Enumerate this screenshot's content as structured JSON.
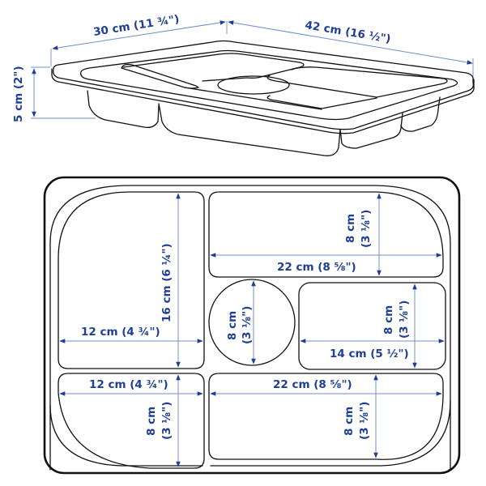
{
  "colors": {
    "label_text": "#1f3f95",
    "dimension_line": "#6f8fca",
    "outline": "#111111",
    "background": "#ffffff"
  },
  "perspective_view": {
    "depth_label": "30 cm (11 ¾\")",
    "width_label": "42 cm (16 ½\")",
    "height_label": "5 cm (2\")"
  },
  "top_view": {
    "compartments": [
      {
        "id": "top-left-large",
        "width_label": "12 cm (4 ¾\")",
        "height_label": "16 cm (6 ¼\")"
      },
      {
        "id": "top-right-long",
        "width_label": "22 cm (8 ⅝\")",
        "height_label_value": "8 cm",
        "height_label_imperial": "(3 ⅛\")"
      },
      {
        "id": "center-round",
        "diameter_label_value": "8 cm",
        "diameter_label_imperial": "(3 ⅛\")"
      },
      {
        "id": "middle-right",
        "width_label": "14 cm (5 ½\")",
        "height_label_value": "8 cm",
        "height_label_imperial": "(3 ⅛\")"
      },
      {
        "id": "bottom-left",
        "width_label": "12 cm (4 ¾\")",
        "height_label_value": "8 cm",
        "height_label_imperial": "(3 ⅛\")"
      },
      {
        "id": "bottom-right-long",
        "width_label": "22 cm (8 ⅝\")",
        "height_label_value": "8 cm",
        "height_label_imperial": "(3 ⅛\")"
      }
    ]
  }
}
